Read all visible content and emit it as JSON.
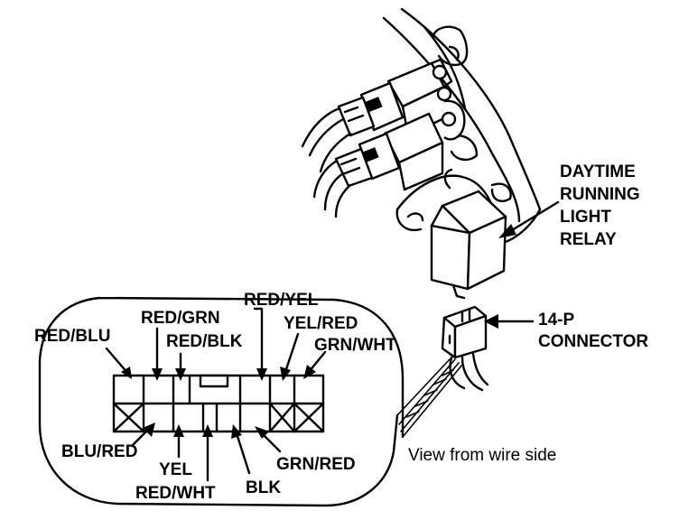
{
  "callouts": {
    "relay": [
      "DAYTIME",
      "RUNNING",
      "LIGHT",
      "RELAY"
    ],
    "connector": [
      "14-P",
      "CONNECTOR"
    ]
  },
  "view_caption": "View from wire side",
  "wires": {
    "top": [
      "RED/BLU",
      "RED/GRN",
      "RED/BLK",
      "RED/YEL",
      "YEL/RED",
      "GRN/WHT"
    ],
    "bottom": [
      "BLU/RED",
      "YEL",
      "RED/WHT",
      "BLK",
      "GRN/RED"
    ]
  }
}
